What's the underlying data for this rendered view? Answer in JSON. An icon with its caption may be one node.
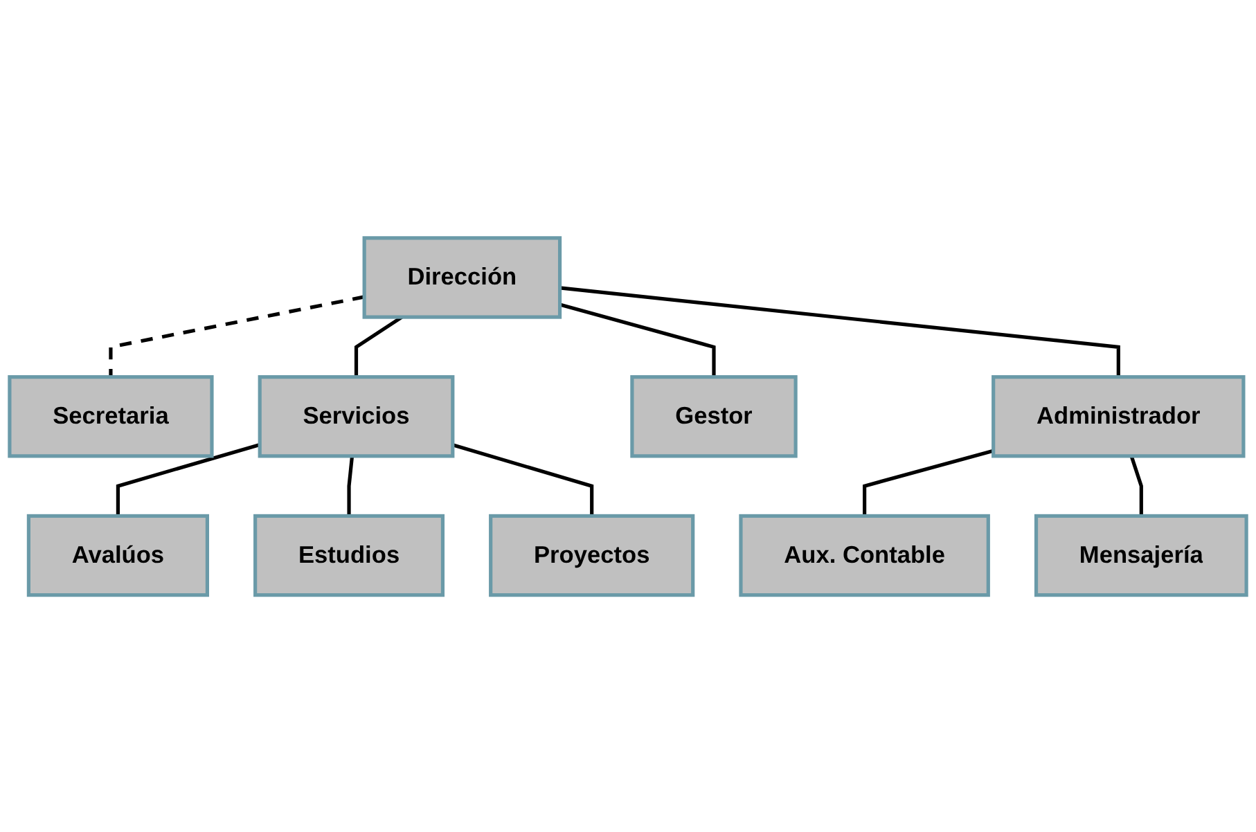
{
  "diagram": {
    "nodes": [
      {
        "text": [
          "Dirección"
        ]
      },
      {
        "text": [
          "Secretaria"
        ]
      },
      {
        "text": [
          "Servicios"
        ]
      },
      {
        "text": [
          "Gestor"
        ]
      },
      {
        "text": [
          "Administrador"
        ]
      },
      {
        "text": [
          "Avalúos"
        ]
      },
      {
        "text": [
          "Estudios"
        ]
      },
      {
        "text": [
          "Proyectos"
        ]
      },
      {
        "text": [
          "Aux. Contable"
        ]
      },
      {
        "text": [
          "Mensajería"
        ]
      }
    ],
    "edges": [
      {
        "from": 0,
        "to": 1,
        "arrow": "none",
        "style": "dashed"
      },
      {
        "from": 0,
        "to": 2,
        "arrow": "none"
      },
      {
        "from": 0,
        "to": 3,
        "arrow": "none"
      },
      {
        "from": 0,
        "to": 4,
        "arrow": "none"
      },
      {
        "from": 2,
        "to": 5,
        "arrow": "none"
      },
      {
        "from": 2,
        "to": 6,
        "arrow": "none"
      },
      {
        "from": 2,
        "to": 7,
        "arrow": "none"
      },
      {
        "from": 4,
        "to": 8,
        "arrow": "none"
      },
      {
        "from": 4,
        "to": 9,
        "arrow": "none"
      }
    ]
  }
}
